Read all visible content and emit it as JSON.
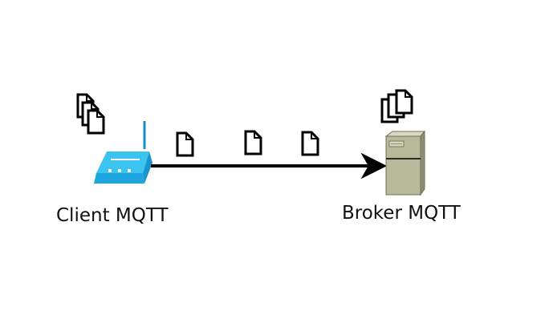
{
  "client": {
    "label": "Client MQTT",
    "icon": "wireless-router-icon",
    "device_color": "#29b6e8",
    "queued_message_icon": "document-stack-icon"
  },
  "broker": {
    "label": "Broker MQTT",
    "icon": "server-tower-icon",
    "device_color": "#b8b89a",
    "queued_message_icon": "document-stack-icon"
  },
  "connection": {
    "direction": "client-to-broker",
    "in_flight_messages": 3,
    "message_icon": "document-icon",
    "color": "#000000"
  }
}
